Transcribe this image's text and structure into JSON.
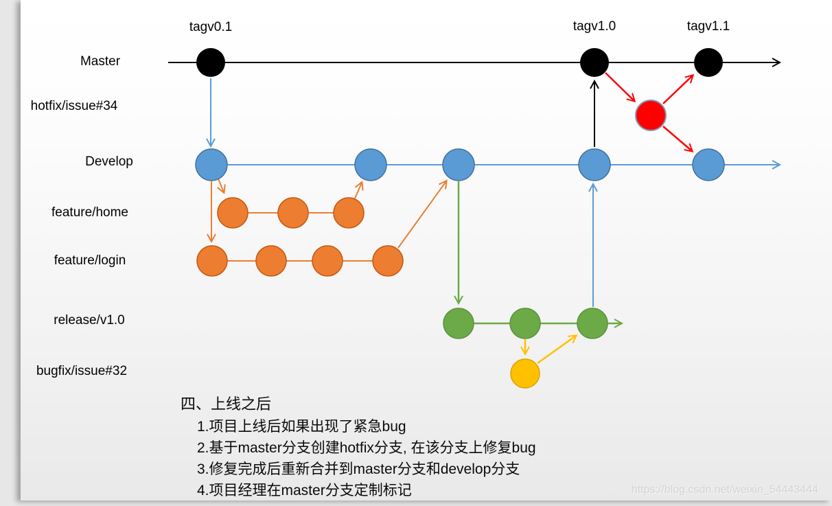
{
  "colors": {
    "master": "#000000",
    "develop": "#5b9bd5",
    "develop_border": "#41719c",
    "feature": "#ed7d31",
    "feature_border": "#c55a11",
    "release": "#6caa47",
    "release_border": "#5e9141",
    "bugfix": "#ffc000",
    "bugfix_border": "#d9a300",
    "hotfix": "#ff0000",
    "hotfix_border": "#7f9db9"
  },
  "tags": {
    "v01": "tagv0.1",
    "v10": "tagv1.0",
    "v11": "tagv1.1"
  },
  "branches": {
    "master": "Master",
    "hotfix": "hotfix/issue#34",
    "develop": "Develop",
    "feature_home": "feature/home",
    "feature_login": "feature/login",
    "release": "release/v1.0",
    "bugfix": "bugfix/issue#32"
  },
  "notes": {
    "heading": "四、上线之后",
    "items": [
      "1.项目上线后如果出现了紧急bug",
      "2.基于master分支创建hotfix分支, 在该分支上修复bug",
      "3.修复完成后重新合并到master分支和develop分支",
      "4.项目经理在master分支定制标记"
    ]
  },
  "watermark": "https://blog.csdn.net/weixin_54443444"
}
